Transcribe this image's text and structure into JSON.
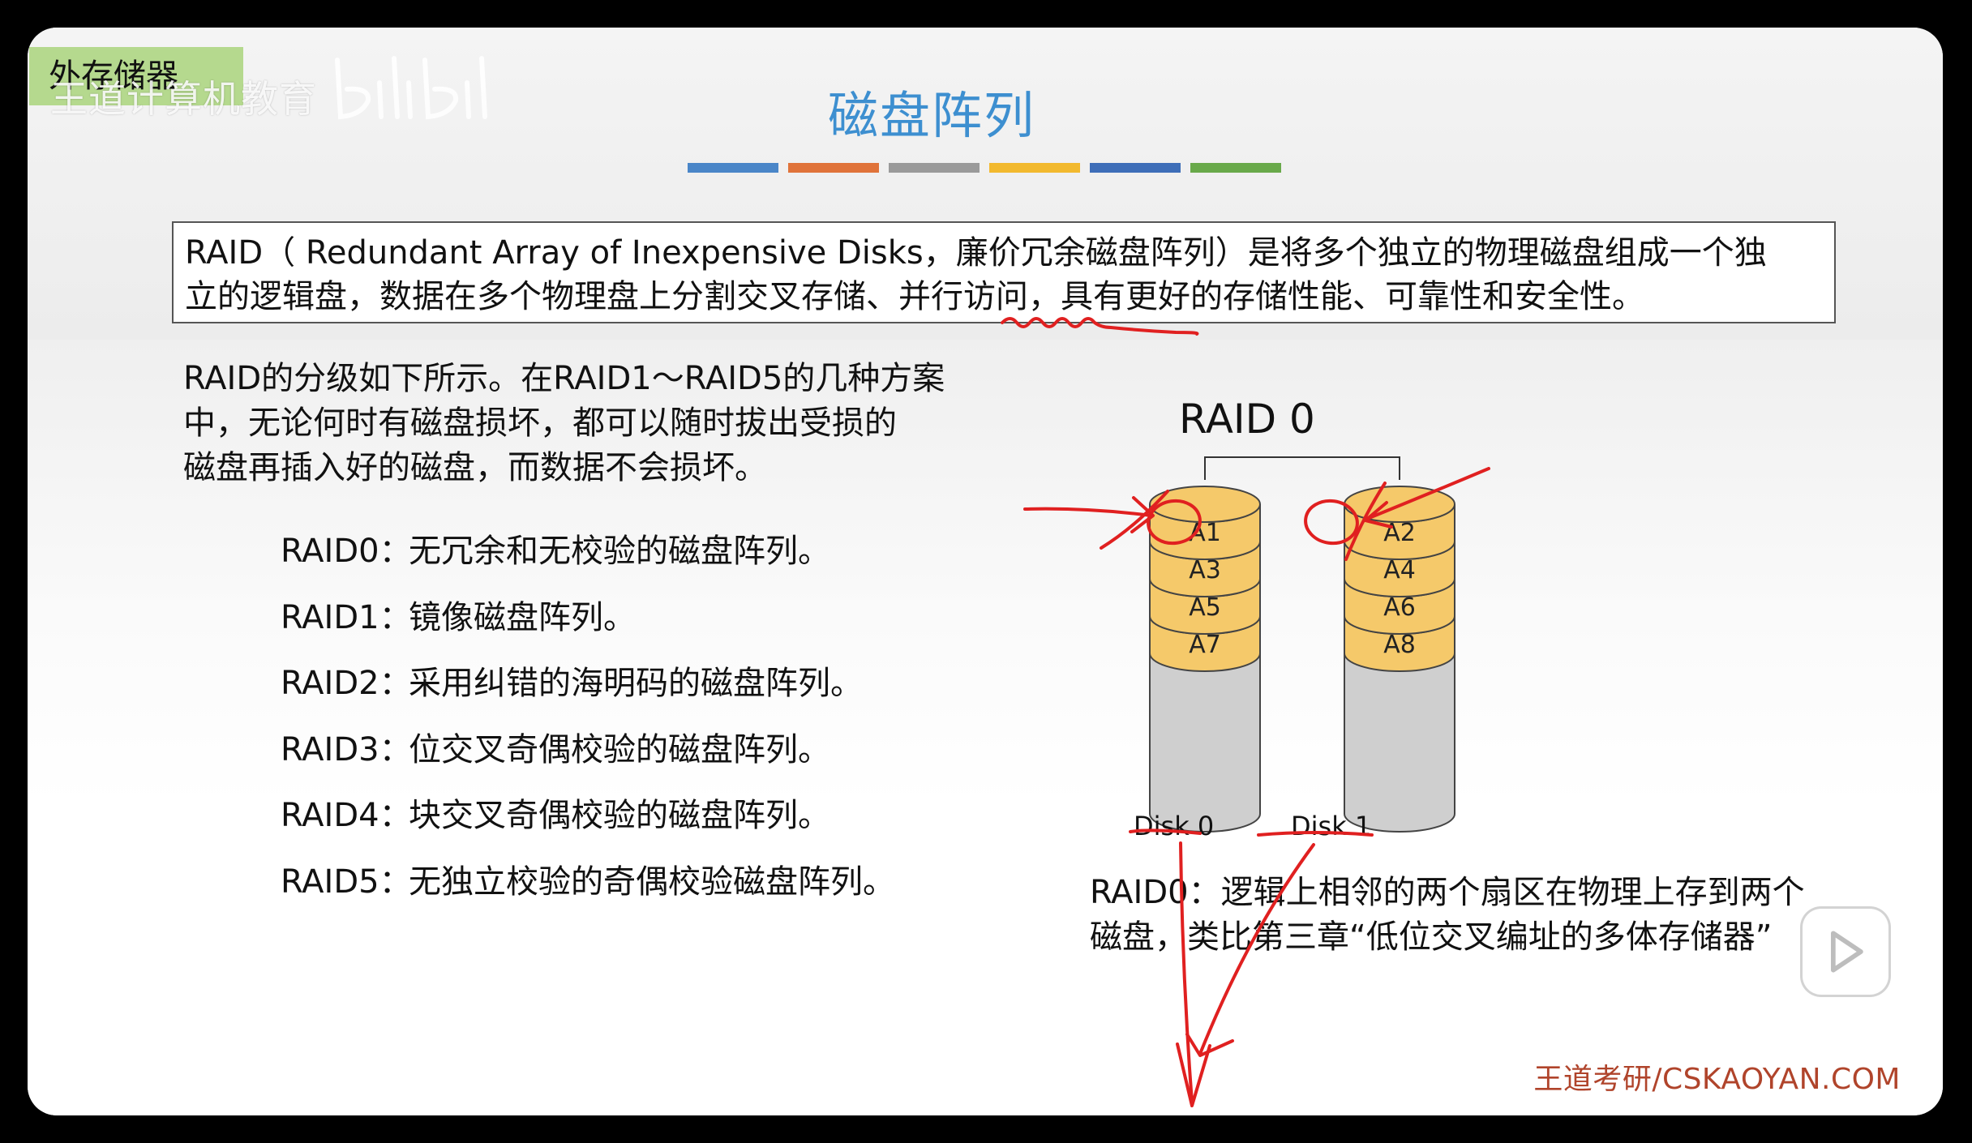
{
  "section_tag": "外存储器",
  "watermark": "王道计算机教育",
  "title": "磁盘阵列",
  "title_color": "#3d8fd0",
  "color_bars": [
    "#4a86c8",
    "#e0733a",
    "#9a9a9a",
    "#f2b92e",
    "#3e6eb8",
    "#69a94a"
  ],
  "intro": {
    "line1": "RAID（ Redundant Array of Inexpensive Disks，廉价冗余磁盘阵列）是将多个独立的物理磁盘组成一个独",
    "line2": "立的逻辑盘，数据在多个物理盘上分割交叉存储、并行访问，具有更好的存储性能、可靠性和安全性。"
  },
  "description": {
    "line1": "RAID的分级如下所示。在RAID1～RAID5的几种方案",
    "line2": "中，无论何时有磁盘损坏，都可以随时拔出受损的",
    "line3": "磁盘再插入好的磁盘，而数据不会损坏。"
  },
  "levels": [
    {
      "label": "RAID0：",
      "text": "无冗余和无校验的磁盘阵列。"
    },
    {
      "label": "RAID1：",
      "text": "镜像磁盘阵列。"
    },
    {
      "label": "RAID2：",
      "text": "采用纠错的海明码的磁盘阵列。"
    },
    {
      "label": "RAID3：",
      "text": "位交叉奇偶校验的磁盘阵列。"
    },
    {
      "label": "RAID4：",
      "text": "块交叉奇偶校验的磁盘阵列。"
    },
    {
      "label": "RAID5：",
      "text": "无独立校验的奇偶校验磁盘阵列。"
    }
  ],
  "diagram": {
    "title": "RAID 0",
    "disk0": {
      "label": "Disk 0",
      "blocks": [
        "A1",
        "A3",
        "A5",
        "A7"
      ]
    },
    "disk1": {
      "label": "Disk 1",
      "blocks": [
        "A2",
        "A4",
        "A6",
        "A8"
      ]
    },
    "block_color": "#f5c96a",
    "disk_color": "#cfcfcf"
  },
  "raid0_note": {
    "line1": "RAID0：逻辑上相邻的两个扇区在物理上存到两个",
    "line2": "磁盘，类比第三章“低位交叉编址的多体存储器”"
  },
  "footer": "王道考研/CSKAOYAN.COM",
  "annotation_color": "#e02020"
}
